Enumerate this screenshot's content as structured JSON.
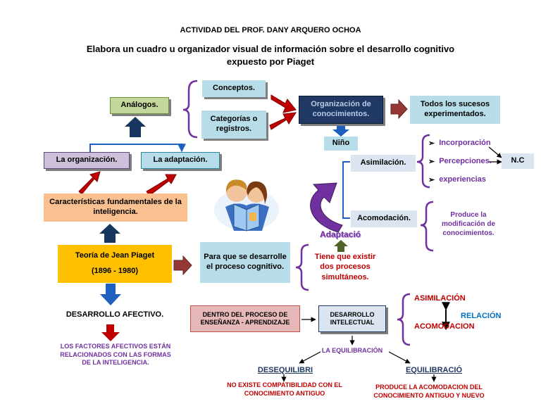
{
  "header": {
    "activity_title": "ACTIVIDAD DEL PROF. DANY ARQUERO OCHOA",
    "instruction_line1": "Elabora un cuadro u organizador visual de información sobre el desarrollo cognitivo",
    "instruction_line2": "expuesto por Piaget"
  },
  "nodes": {
    "conceptos": "Conceptos.",
    "categorias": "Categorías o registros.",
    "analogos": "Análogos.",
    "organizacion_conocimientos": "Organización de conocimientos.",
    "todos_sucesos": "Todos los sucesos experimentados.",
    "nino": "Niño",
    "la_organizacion": "La organización.",
    "la_adaptacion": "La adaptación.",
    "asimilacion": "Asimilación.",
    "nc": "N.C",
    "caracteristicas": "Características fundamentales de la inteligencia.",
    "acomodacion": "Acomodación.",
    "produce_modificacion": "Produce la modificación de conocimientos.",
    "adaptacion_label": "Adaptació",
    "teoria_line1": "Teoría de Jean Piaget",
    "teoria_line2": "(1896 - 1980)",
    "para_que": "Para que se desarrolle el proceso cognitivo.",
    "tiene_que": "Tiene que existir dos procesos simultáneos.",
    "desarrollo_afectivo": "DESARROLLO AFECTIVO.",
    "dentro_proceso": "DENTRO DEL PROCESO DE ENSEÑANZA - APRENDIZAJE",
    "desarrollo_intelectual": "DESARROLLO INTELECTUAL",
    "asimilacion_caps": "ASIMILACIÓN",
    "relacion": "RELACIÓN",
    "acomodacion_caps": "ACOMODACION",
    "factores_afectivos": "LOS FACTORES AFECTIVOS ESTÁN RELACIONADOS CON LAS FORMAS DE LA INTELIGENCIA.",
    "equilibracion_title": "LA EQUILIBRACIÓN",
    "desequilibrio": "DESEQUILIBRI",
    "equilibracion": "EQUILIBRACIÓ",
    "no_existe": "NO EXISTE COMPATIBILIDAD CON EL CONOCIMIENTO ANTIGUO",
    "produce_acomodacion": "PRODUCE LA ACOMODACION DEL CONOCIMIENTO ANTIGUO Y NUEVO"
  },
  "asimilacion_items": [
    "Incorporación",
    "Percepciones.",
    "experiencias"
  ],
  "colors": {
    "green_box": "#c3d69b",
    "blue_box": "#dbe5f1",
    "lavender_box": "#ccc0da",
    "peach_box": "#fac090",
    "yellow_box": "#ffc000",
    "light_blue_box": "#b7dde8",
    "pink_box": "#e6b9b8",
    "navy_box": "#1f3864",
    "purple_text": "#7030a0",
    "red_text": "#c00000",
    "dark_red_arrow": "#c0504d",
    "blue_text": "#0070c0",
    "arrow_blue": "#1f5fbf",
    "arrow_navy": "#17375e"
  }
}
